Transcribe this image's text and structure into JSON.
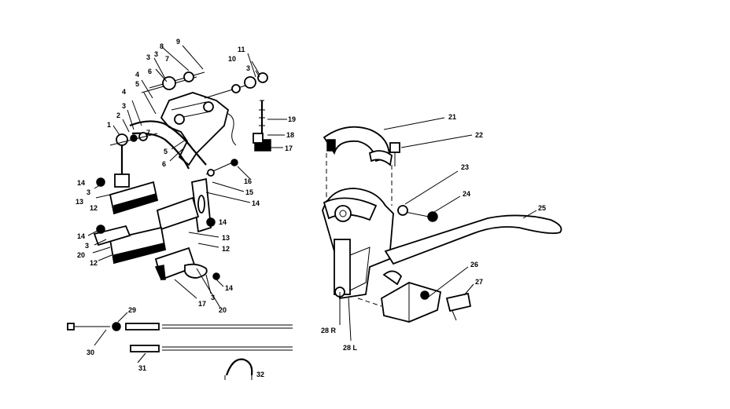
{
  "callouts": {
    "c1": "1",
    "c2": "2",
    "c3a": "3",
    "c3b": "3",
    "c3c": "3",
    "c3d": "3",
    "c3e": "3",
    "c3f": "3",
    "c3g": "3",
    "c4a": "4",
    "c4b": "4",
    "c5a": "5",
    "c5b": "5",
    "c6a": "6",
    "c6b": "6",
    "c7a": "7",
    "c7b": "7",
    "c8": "8",
    "c9": "9",
    "c10": "10",
    "c11": "11",
    "c12a": "12",
    "c12b": "12",
    "c12c": "12",
    "c13a": "13",
    "c13b": "13",
    "c14a": "14",
    "c14b": "14",
    "c14c": "14",
    "c14d": "14",
    "c14e": "14",
    "c15": "15",
    "c16": "16",
    "c17a": "17",
    "c17b": "17",
    "c18": "18",
    "c19": "19",
    "c20a": "20",
    "c20b": "20",
    "c21": "21",
    "c22": "22",
    "c23": "23",
    "c24": "24",
    "c25": "25",
    "c26": "26",
    "c27": "27",
    "c28r": "28 R",
    "c28l": "28 L",
    "c29": "29",
    "c30": "30",
    "c31": "31",
    "c32": "32"
  }
}
